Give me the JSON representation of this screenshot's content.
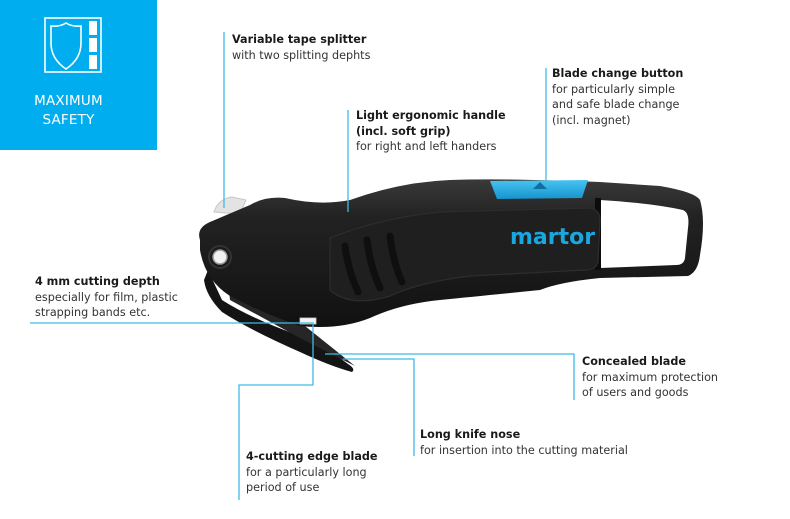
{
  "badge": {
    "icon": "shield-safety-icon",
    "line1": "MAXIMUM",
    "line2": "SAFETY",
    "color": "#00adee"
  },
  "product": {
    "brand": "martor",
    "brand_color": "#1aa7e0",
    "accent_color": "#1aa7e0",
    "body_color": "#1c1c1c"
  },
  "leader_color": "#3dbbe8",
  "callouts": [
    {
      "id": "tape-splitter",
      "title": "Variable tape splitter",
      "desc": [
        "with two splitting dephts"
      ]
    },
    {
      "id": "blade-change",
      "title": "Blade change button",
      "desc": [
        "for particularly simple",
        "and safe blade change",
        "(incl. magnet)"
      ]
    },
    {
      "id": "handle",
      "title": "Light ergonomic handle",
      "title2": "(incl. soft grip)",
      "desc": [
        "for right and left handers"
      ]
    },
    {
      "id": "cutting-depth",
      "title": "4 mm cutting depth",
      "desc": [
        "especially for film, plastic",
        "strapping bands etc."
      ]
    },
    {
      "id": "concealed-blade",
      "title": "Concealed blade",
      "desc": [
        "for maximum protection",
        "of users and goods"
      ]
    },
    {
      "id": "knife-nose",
      "title": "Long knife nose",
      "desc": [
        "for insertion into the cutting material"
      ]
    },
    {
      "id": "cutting-edge",
      "title": "4-cutting edge blade",
      "desc": [
        "for a particularly long",
        "period of use"
      ]
    }
  ]
}
